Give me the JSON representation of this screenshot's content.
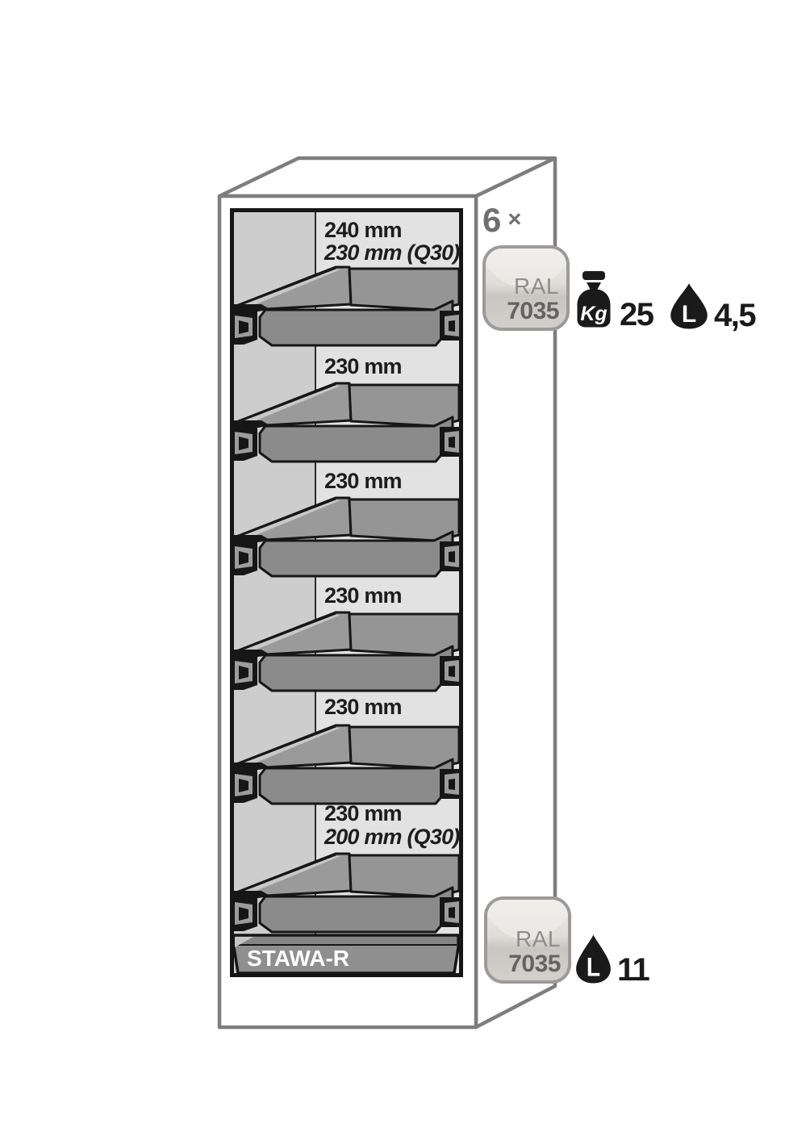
{
  "cabinet": {
    "quantity": {
      "count": "6",
      "times": "×"
    },
    "sections": [
      {
        "lines": [
          "240 mm",
          "230 mm (Q30)"
        ]
      },
      {
        "lines": [
          "230 mm"
        ]
      },
      {
        "lines": [
          "230 mm"
        ]
      },
      {
        "lines": [
          "230 mm"
        ]
      },
      {
        "lines": [
          "230 mm"
        ]
      },
      {
        "lines": [
          "230 mm",
          "200 mm (Q30)"
        ]
      }
    ],
    "sump_label": "STAWA-R"
  },
  "badges": {
    "top": {
      "standard": "RAL",
      "code": "7035"
    },
    "bottom": {
      "standard": "RAL",
      "code": "7035"
    }
  },
  "capacities": {
    "top": {
      "weight_unit": "Kg",
      "weight_value": "25",
      "volume_unit": "L",
      "volume_value": "4,5"
    },
    "bottom": {
      "volume_unit": "L",
      "volume_value": "11"
    }
  },
  "colors": {
    "ral_7035_swatch": "#d5d2ce",
    "outline_black": "#161616",
    "cabinet_outline_gray": "#7e7e7e",
    "interior_side_gray": "#cdcdcd",
    "interior_back_gray": "#e2e2e2",
    "tray_gray": "#909090",
    "annotation_gray": "#6f6f6f",
    "icon_black": "#1a1a1a"
  }
}
